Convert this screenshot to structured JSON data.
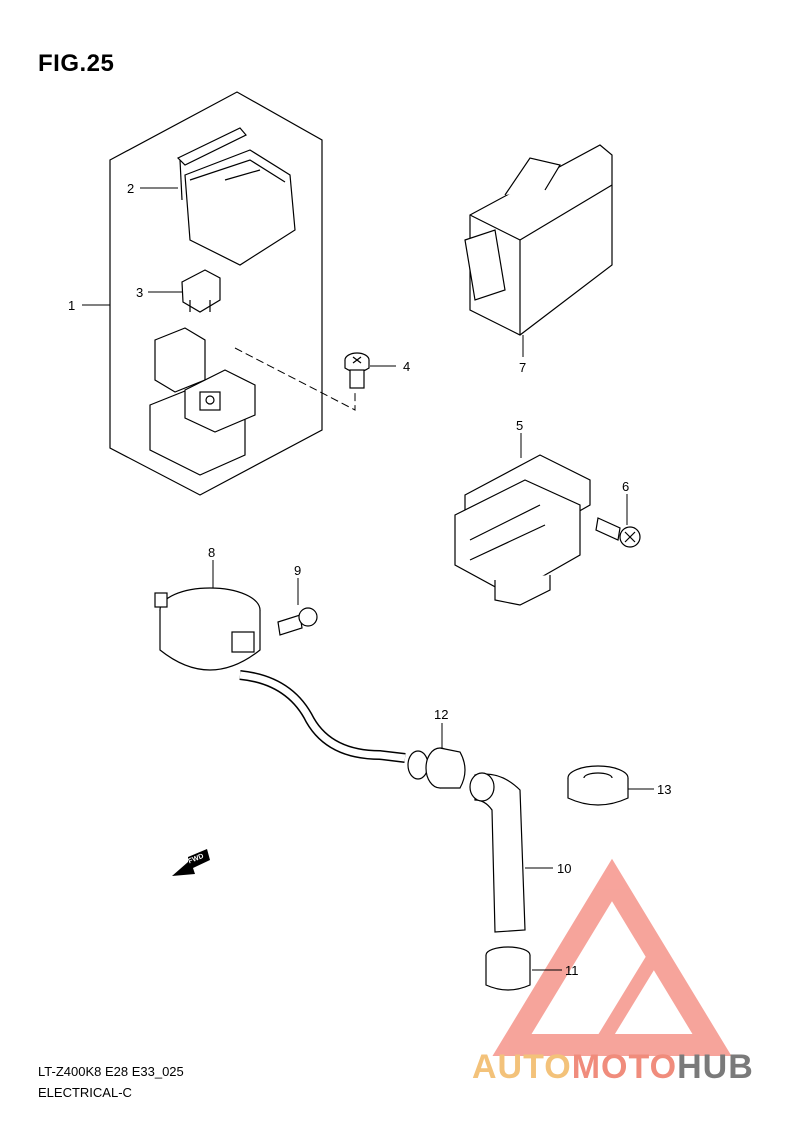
{
  "figure": {
    "title": "FIG.25"
  },
  "footer": {
    "model_code": "LT-Z400K8 E28 E33_025",
    "section": "ELECTRICAL-C"
  },
  "callouts": [
    "1",
    "2",
    "3",
    "4",
    "5",
    "6",
    "7",
    "8",
    "9",
    "10",
    "11",
    "12",
    "13"
  ],
  "fwd_label": "FWD",
  "watermark": {
    "part1": "AUTO",
    "part2": "MOTO",
    "part3": "HUB"
  },
  "colors": {
    "line": "#000000",
    "watermark_red": "#f05a4a",
    "watermark_orange": "#f3c27a",
    "watermark_gray": "#7a7a7a"
  }
}
